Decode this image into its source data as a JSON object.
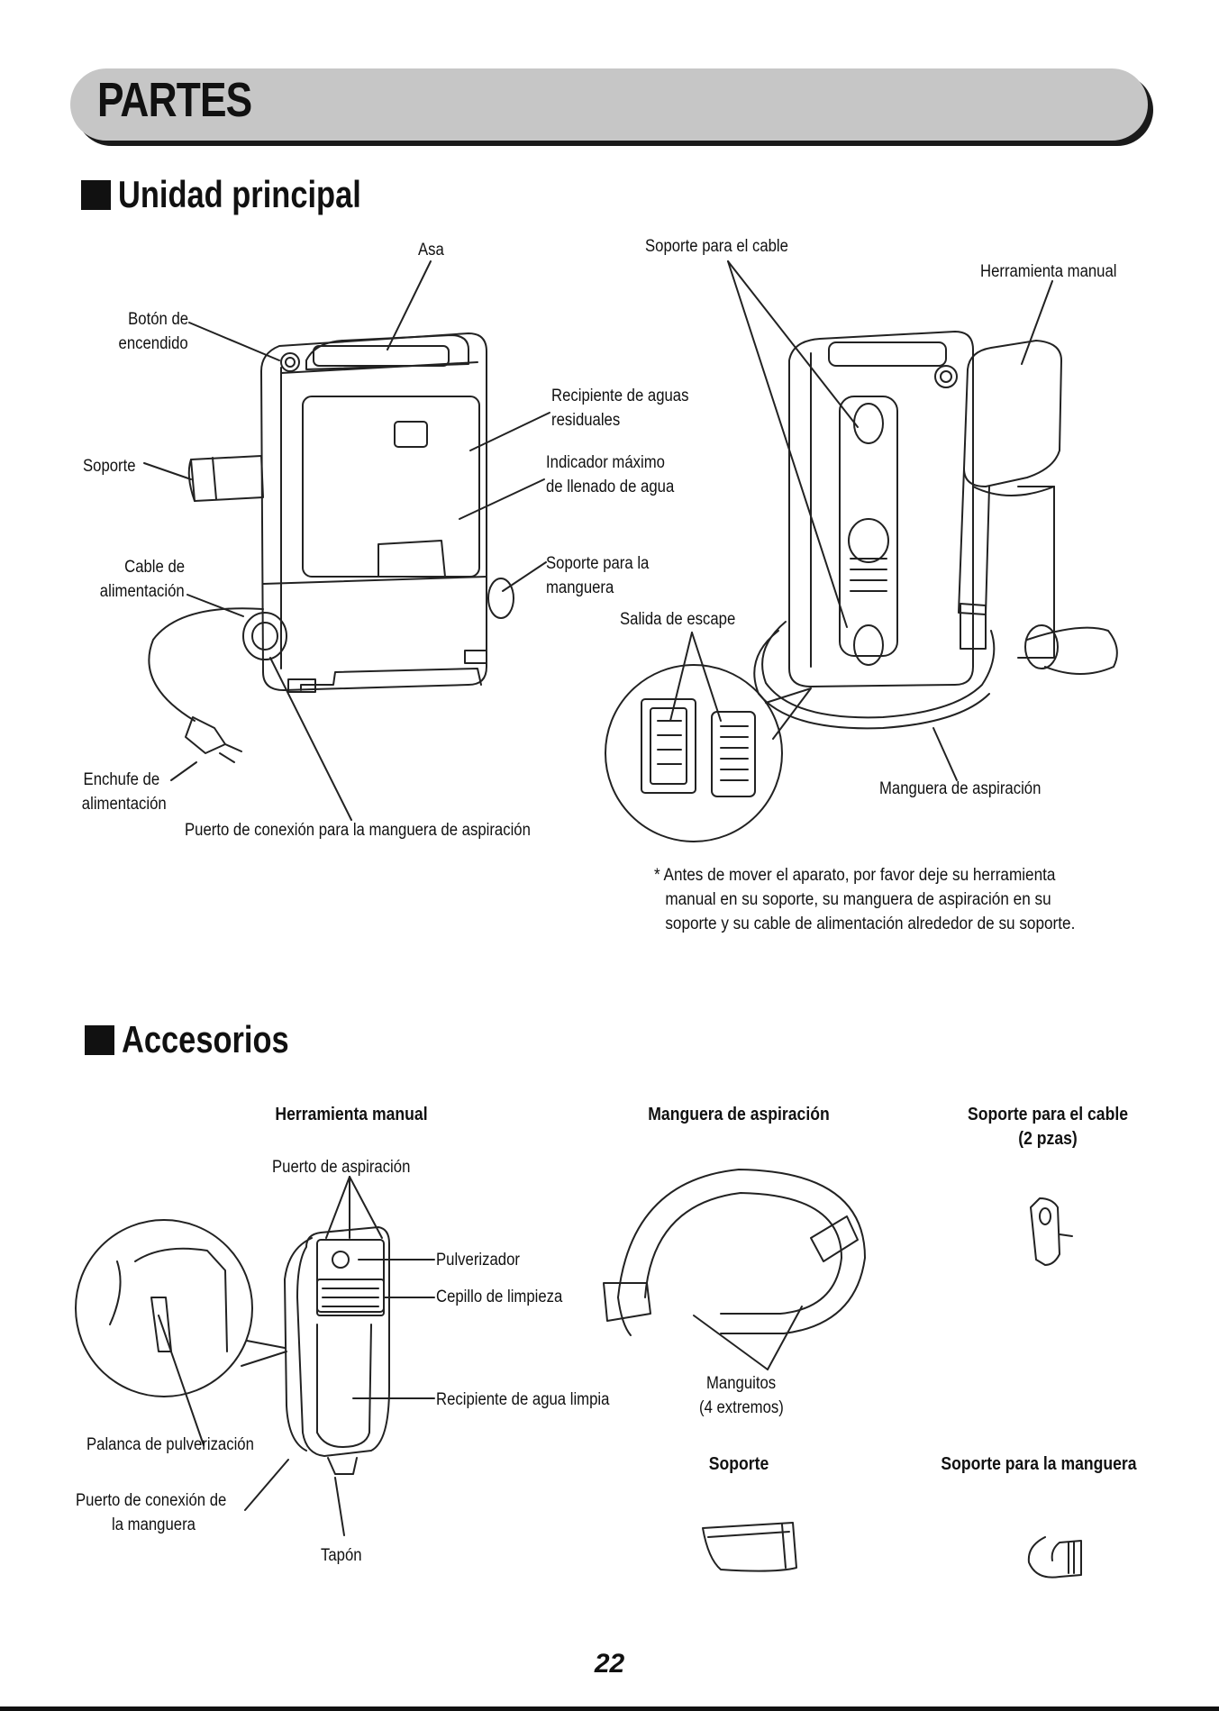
{
  "header": {
    "title": "PARTES"
  },
  "sections": {
    "main_unit": "Unidad principal",
    "accessories": "Accesorios"
  },
  "main_unit_labels": {
    "asa": "Asa",
    "boton_1": "Botón de",
    "boton_2": "encendido",
    "soporte": "Soporte",
    "cable_1": "Cable de",
    "cable_2": "alimentación",
    "enchufe_1": "Enchufe de",
    "enchufe_2": "alimentación",
    "puerto_conexion": "Puerto de conexión para la manguera de aspiración",
    "recipiente_1": "Recipiente de aguas",
    "recipiente_2": "residuales",
    "indicador_1": "Indicador máximo",
    "indicador_2": "de llenado de agua",
    "soporte_manguera_1": "Soporte para la",
    "soporte_manguera_2": "manguera",
    "soporte_cable": "Soporte para el cable",
    "herramienta_manual": "Herramienta manual",
    "salida_escape": "Salida de escape",
    "manguera_aspiracion": "Manguera de aspiración"
  },
  "note": {
    "line1": "* Antes de mover el aparato, por favor deje su herramienta",
    "line2": "manual en su soporte, su manguera de aspiración en su",
    "line3": "soporte y su cable de alimentación alrededor de su soporte."
  },
  "accessories": {
    "herramienta_manual": {
      "heading": "Herramienta manual",
      "puerto_aspiracion": "Puerto de aspiración",
      "pulverizador": "Pulverizador",
      "cepillo": "Cepillo de limpieza",
      "recipiente": "Recipiente de agua limpia",
      "palanca": "Palanca de pulverización",
      "puerto_conexion_1": "Puerto de conexión de",
      "puerto_conexion_2": "la manguera",
      "tapon": "Tapón"
    },
    "manguera": {
      "heading": "Manguera de aspiración",
      "manguitos_1": "Manguitos",
      "manguitos_2": "(4 extremos)"
    },
    "soporte_cable": {
      "heading_1": "Soporte para el cable",
      "heading_2": "(2 pzas)"
    },
    "soporte": {
      "heading": "Soporte"
    },
    "soporte_manguera": {
      "heading": "Soporte para la manguera"
    }
  },
  "page_number": "22"
}
